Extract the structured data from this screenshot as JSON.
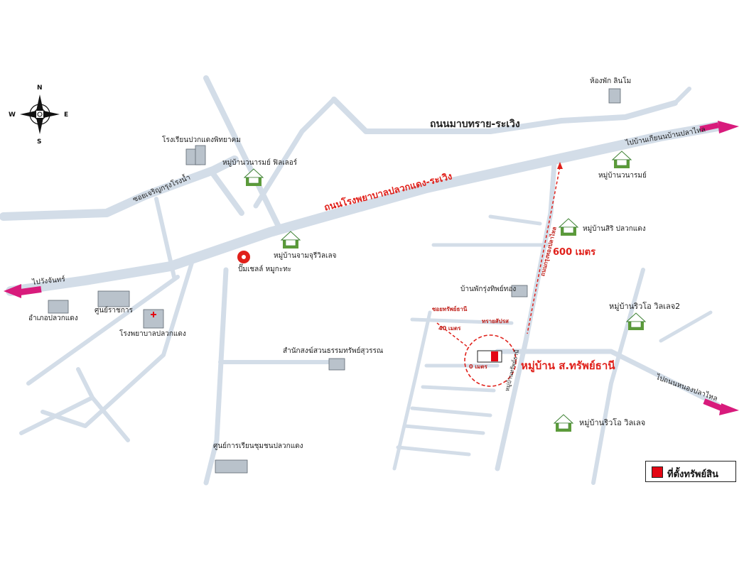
{
  "compass": {
    "n": "N",
    "s": "S",
    "e": "E",
    "w": "W"
  },
  "roads": {
    "main": "ถนนโรงพยาบาลปลวกแดง-ระเวิง",
    "top": "ถนนมาบทราย-ระเวิง",
    "soi_left": "ซอยเจริญกรุงโรงน้ำ",
    "to_yai": "ไปบ้านเกียนนบ้านปลาไหล",
    "to_wangchan": "ไปวังจันทร์",
    "to_right_lower": "ไปถนนหนองปลาไหล",
    "soi_near": "ซอยทรัพย์ธานี",
    "soi_near_2": "ทรายสัปรส",
    "soi_vertical": "ถนนกรุงทองปลาไหล",
    "soi_small": "หมู่บ้านทรัพย์ธานี"
  },
  "places": {
    "hostel": "ห้องพัก ลินโม",
    "school": "โรงเรียนปวกแดงพิทยาคม",
    "village_wanarom_filler": "หมู่บ้านวนารมย์ ฟิลเลอร์",
    "village_wanarom": "หมู่บ้านวนารมย์",
    "village_siri": "หมู่บ้านสิริ ปลวกแดง",
    "village_chamjuri": "หมู่บ้านจามจุรีวิลเลจ",
    "shell_station": "ปั๊มเชลล์ หมูกะทะ",
    "district_office": "อำเภอปลวกแดง",
    "govt_center": "ศูนย์ราชการ",
    "hospital": "โรงพยาบาลปลวกแดง",
    "house_rungthong": "บ้านพักรุ่งทิพย์ทอง",
    "village_rivo2": "หมู่บ้านริวโอ วิลเลจ2",
    "village_rivo": "หมู่บ้านริวโอ วิลเลจ",
    "welfare_office": "สำนักสงฆ์สวนธรรมทรัพย์สุวรรณ",
    "learning_center": "ศูนย์การเรียนชุมชนปลวกแดง",
    "target_village": "หมู่บ้าน ส.ทรัพย์ธานี"
  },
  "distances": {
    "d600": "600 เมตร",
    "d40": "40 เมตร",
    "d0": "0 เมตร"
  },
  "legend": {
    "label": "ที่ตั้งทรัพย์สิน",
    "color": "#e30613"
  },
  "colors": {
    "road": "#d3dde8",
    "road_dark": "#c8d3df",
    "arrow": "#d81b7c",
    "accent": "#e0201a"
  }
}
